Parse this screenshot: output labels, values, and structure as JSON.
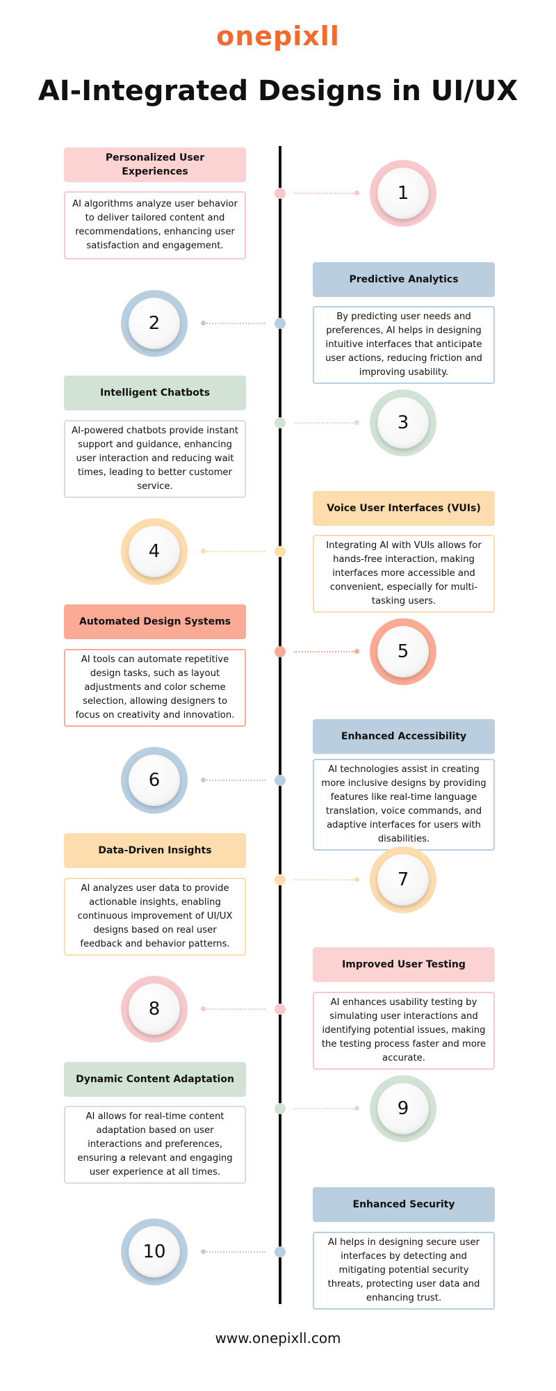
{
  "brand": {
    "logo_text": "onepixll",
    "logo_color": "#f26a2e"
  },
  "title": "AI-Integrated Designs in UI/UX",
  "colors": {
    "pink": "#fbd3d3",
    "pink_ring": "#f7c9cc",
    "pink_border": "#f7c9cc",
    "blue": "#b9cfe0",
    "blue_ring": "#b9cfe0",
    "blue_border": "#b9cfe0",
    "green": "#d2e3d6",
    "green_ring": "#d2e3d6",
    "green_border": "#d2e3d6",
    "yellow": "#fddcae",
    "yellow_ring": "#fddcae",
    "yellow_border": "#fddcae",
    "salmon": "#fbab95",
    "salmon_ring": "#fbab95",
    "salmon_border": "#fbab95"
  },
  "items": [
    {
      "number": "1",
      "title": "Personalized User Experiences",
      "description": "AI algorithms analyze user behavior to deliver tailored content and recommendations, enhancing user satisfaction and engagement.",
      "color": "pink"
    },
    {
      "number": "2",
      "title": "Predictive Analytics",
      "description": "By predicting user needs and preferences, AI helps in designing intuitive interfaces that anticipate user actions, reducing friction and improving usability.",
      "color": "blue"
    },
    {
      "number": "3",
      "title": "Intelligent Chatbots",
      "description": "AI-powered chatbots provide instant support and guidance, enhancing user interaction and reducing wait times, leading to better customer service.",
      "color": "green"
    },
    {
      "number": "4",
      "title": "Voice User Interfaces (VUIs)",
      "description": "Integrating AI with VUIs allows for hands-free interaction, making interfaces more accessible and convenient, especially for multi-tasking users.",
      "color": "yellow"
    },
    {
      "number": "5",
      "title": "Automated Design Systems",
      "description": "AI tools can automate repetitive design tasks, such as layout adjustments and color scheme selection, allowing designers to focus on creativity and innovation.",
      "color": "salmon"
    },
    {
      "number": "6",
      "title": "Enhanced Accessibility",
      "description": "AI technologies assist in creating more inclusive designs by providing features like real-time language translation, voice commands, and adaptive interfaces for users with disabilities.",
      "color": "blue"
    },
    {
      "number": "7",
      "title": "Data-Driven Insights",
      "description": "AI analyzes user data to provide actionable insights, enabling continuous improvement of UI/UX designs based on real user feedback and behavior patterns.",
      "color": "yellow"
    },
    {
      "number": "8",
      "title": "Improved User Testing",
      "description": "AI enhances usability testing by simulating user interactions and identifying potential issues, making the testing process faster and more accurate.",
      "color": "pink"
    },
    {
      "number": "9",
      "title": "Dynamic Content Adaptation",
      "description": "AI allows for real-time content adaptation based on user interactions and preferences, ensuring a relevant and engaging user experience at all times.",
      "color": "green"
    },
    {
      "number": "10",
      "title": "Enhanced Security",
      "description": "AI helps in designing secure user interfaces by detecting and mitigating potential security threats, protecting user data and enhancing trust.",
      "color": "blue"
    }
  ],
  "footer": {
    "website": "www.onepixll.com"
  }
}
